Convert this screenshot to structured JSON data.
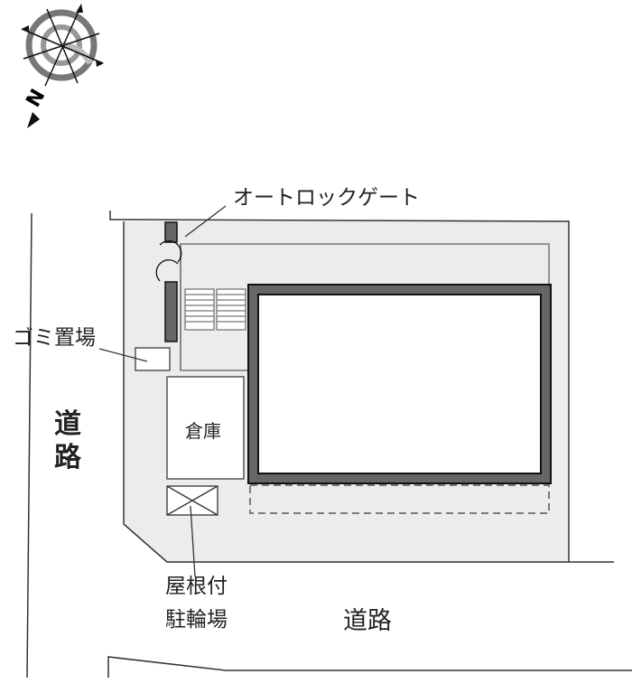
{
  "compass": {
    "north_label": "N"
  },
  "labels": {
    "autolock_gate": "オートロックゲート",
    "garbage": "ゴミ置場",
    "road_west_line1": "道",
    "road_west_line2": "路",
    "storage": "倉庫",
    "bicycle_line1": "屋根付",
    "bicycle_line2": "駐輪場",
    "road_south": "道路"
  },
  "colors": {
    "lot": "#ececec",
    "wall": "#666666",
    "line": "#333333"
  }
}
